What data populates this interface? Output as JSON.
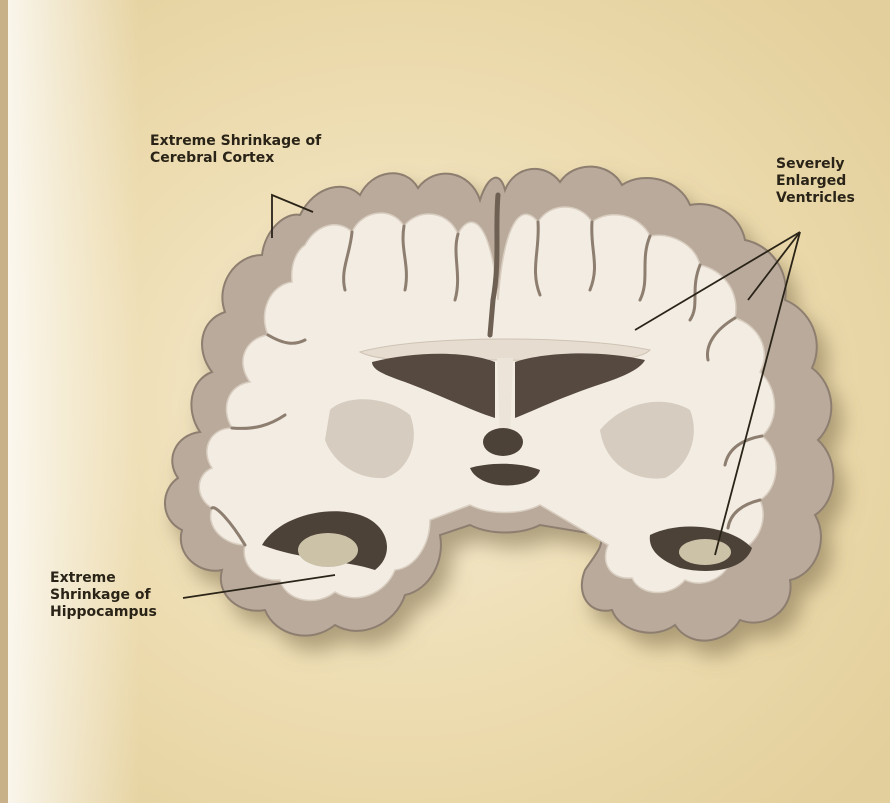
{
  "labels": {
    "cortex": "Extreme Shrinkage of\nCerebral Cortex",
    "ventricles": "Severely\nEnlarged\nVentricles",
    "hippocampus": "Extreme\nShrinkage of\nHippocampus"
  },
  "colors": {
    "background": "#efe2c0",
    "tissue_white": "#f1ebe0",
    "cortex_gray": "#b8a99c",
    "ventricle_dark": "#5a4e44",
    "line": "#2a2418"
  }
}
